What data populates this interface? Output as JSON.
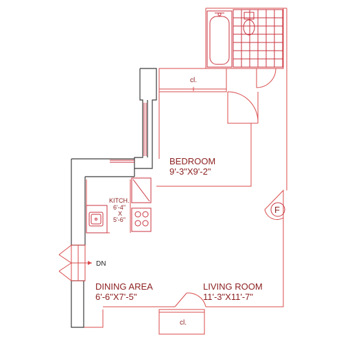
{
  "rooms": {
    "bedroom": {
      "name": "BEDROOM",
      "size": "9'-3\"X9'-2\""
    },
    "kitchen": {
      "name": "KITCH.",
      "line1": "6'-4\"",
      "line2": "X",
      "line3": "5'-6\""
    },
    "dining": {
      "name": "DINING AREA",
      "size": "6'-6\"X7'-5\""
    },
    "living": {
      "name": "LIVING ROOM",
      "size": "11'-3\"X11'-7\""
    }
  },
  "closets": {
    "top": "cl.",
    "bottom": "cl."
  },
  "stairs": {
    "label": "DN"
  },
  "fireplace": {
    "label": "F"
  },
  "colors": {
    "wall": "#d94a4a",
    "wall_dark": "#3a3a3a",
    "text": "#8b1e1e"
  }
}
